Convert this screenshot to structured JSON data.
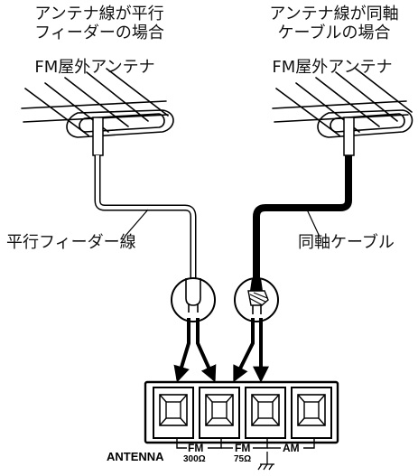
{
  "left": {
    "title_line1": "アンテナ線が平行",
    "title_line2": "フィーダーの場合",
    "antenna_label": "FM屋外アンテナ",
    "cable_label": "平行フィーダー線"
  },
  "right": {
    "title_line1": "アンテナ線が同軸",
    "title_line2": "ケーブルの場合",
    "antenna_label": "FM屋外アンテナ",
    "cable_label": "同軸ケーブル"
  },
  "panel": {
    "name": "ANTENNA",
    "fm1": "FM",
    "fm1_imp": "300Ω",
    "fm2": "FM",
    "fm2_imp": "75Ω",
    "am": "AM"
  }
}
